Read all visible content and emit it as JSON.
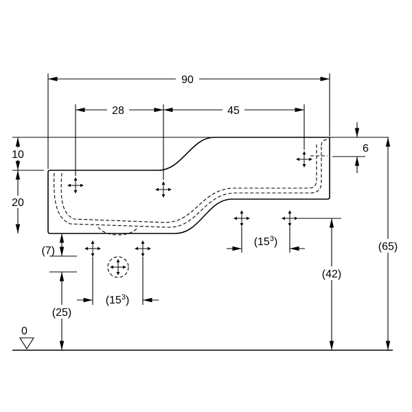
{
  "colors": {
    "line": "#000000",
    "background": "#ffffff"
  },
  "dimensions": {
    "overall_width": "90",
    "left_section_width": "28",
    "right_section_width": "45",
    "rim_drop": "10",
    "left_depth": "20",
    "right_rim_depth": "6",
    "underside_offset": "(7)",
    "trap_height": "(25)",
    "top_height": "(65)",
    "fixing_height": "(42)",
    "datum": "0",
    "fixing_spacing": {
      "open": "(15",
      "sup": "3",
      "close": ")"
    }
  }
}
